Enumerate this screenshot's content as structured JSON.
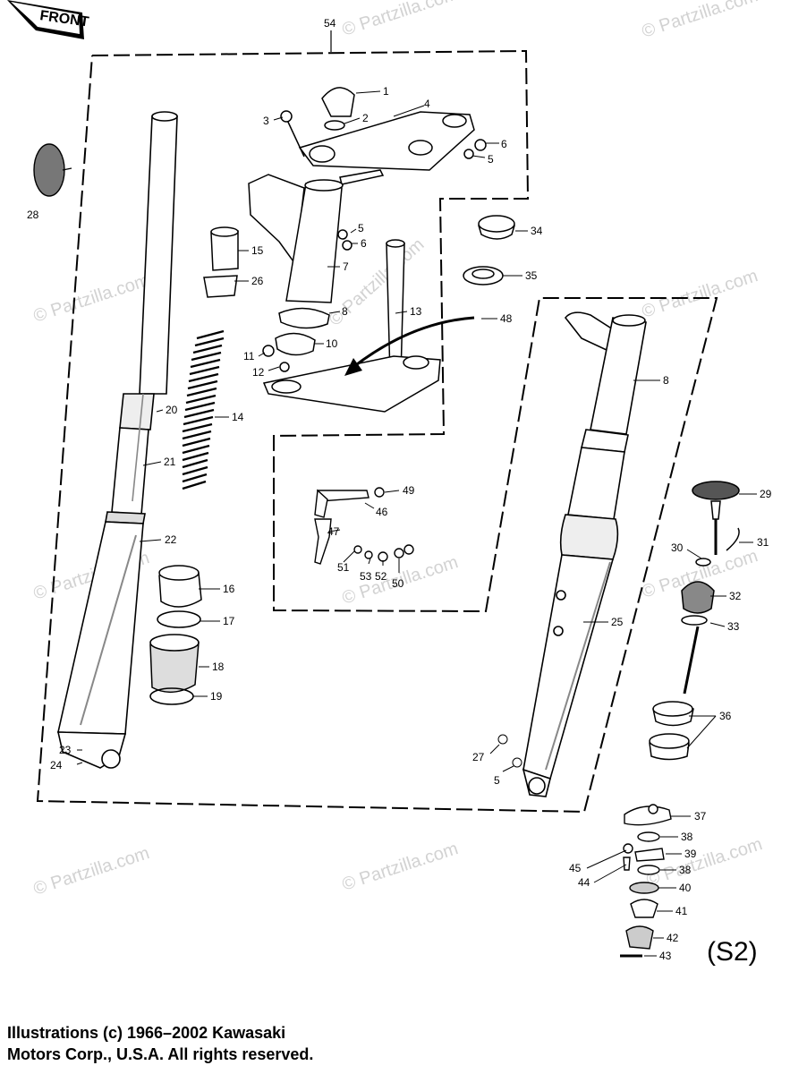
{
  "front_tag": "FRONT",
  "group_label": "54",
  "diagram_code": "(S2)",
  "watermark": "© Partzilla.com",
  "copyright": {
    "line1": "Illustrations (c) 1966–2002 Kawasaki",
    "line2": "Motors Corp., U.S.A.  All rights reserved."
  },
  "callouts": [
    {
      "id": "c1",
      "text": "1"
    },
    {
      "id": "c2",
      "text": "2"
    },
    {
      "id": "c3",
      "text": "3"
    },
    {
      "id": "c4",
      "text": "4"
    },
    {
      "id": "c5a",
      "text": "5"
    },
    {
      "id": "c6a",
      "text": "6"
    },
    {
      "id": "c5b",
      "text": "5"
    },
    {
      "id": "c6b",
      "text": "6"
    },
    {
      "id": "c7",
      "text": "7"
    },
    {
      "id": "c8a",
      "text": "8"
    },
    {
      "id": "c10",
      "text": "10"
    },
    {
      "id": "c11",
      "text": "11"
    },
    {
      "id": "c12",
      "text": "12"
    },
    {
      "id": "c13",
      "text": "13"
    },
    {
      "id": "c14",
      "text": "14"
    },
    {
      "id": "c15",
      "text": "15"
    },
    {
      "id": "c16",
      "text": "16"
    },
    {
      "id": "c17",
      "text": "17"
    },
    {
      "id": "c18",
      "text": "18"
    },
    {
      "id": "c19",
      "text": "19"
    },
    {
      "id": "c20",
      "text": "20"
    },
    {
      "id": "c21",
      "text": "21"
    },
    {
      "id": "c22",
      "text": "22"
    },
    {
      "id": "c23",
      "text": "23"
    },
    {
      "id": "c24",
      "text": "24"
    },
    {
      "id": "c25",
      "text": "25"
    },
    {
      "id": "c26",
      "text": "26"
    },
    {
      "id": "c27",
      "text": "27"
    },
    {
      "id": "c5c",
      "text": "5"
    },
    {
      "id": "c28",
      "text": "28"
    },
    {
      "id": "c29",
      "text": "29"
    },
    {
      "id": "c30",
      "text": "30"
    },
    {
      "id": "c31",
      "text": "31"
    },
    {
      "id": "c32",
      "text": "32"
    },
    {
      "id": "c33",
      "text": "33"
    },
    {
      "id": "c34",
      "text": "34"
    },
    {
      "id": "c35",
      "text": "35"
    },
    {
      "id": "c36",
      "text": "36"
    },
    {
      "id": "c37",
      "text": "37"
    },
    {
      "id": "c38a",
      "text": "38"
    },
    {
      "id": "c39",
      "text": "39"
    },
    {
      "id": "c38b",
      "text": "38"
    },
    {
      "id": "c40",
      "text": "40"
    },
    {
      "id": "c41",
      "text": "41"
    },
    {
      "id": "c42",
      "text": "42"
    },
    {
      "id": "c43",
      "text": "43"
    },
    {
      "id": "c44",
      "text": "44"
    },
    {
      "id": "c45",
      "text": "45"
    },
    {
      "id": "c46",
      "text": "46"
    },
    {
      "id": "c47",
      "text": "47"
    },
    {
      "id": "c48",
      "text": "48"
    },
    {
      "id": "c49",
      "text": "49"
    },
    {
      "id": "c50",
      "text": "50"
    },
    {
      "id": "c51",
      "text": "51"
    },
    {
      "id": "c52",
      "text": "52"
    },
    {
      "id": "c53",
      "text": "53"
    },
    {
      "id": "c8b",
      "text": "8"
    }
  ]
}
